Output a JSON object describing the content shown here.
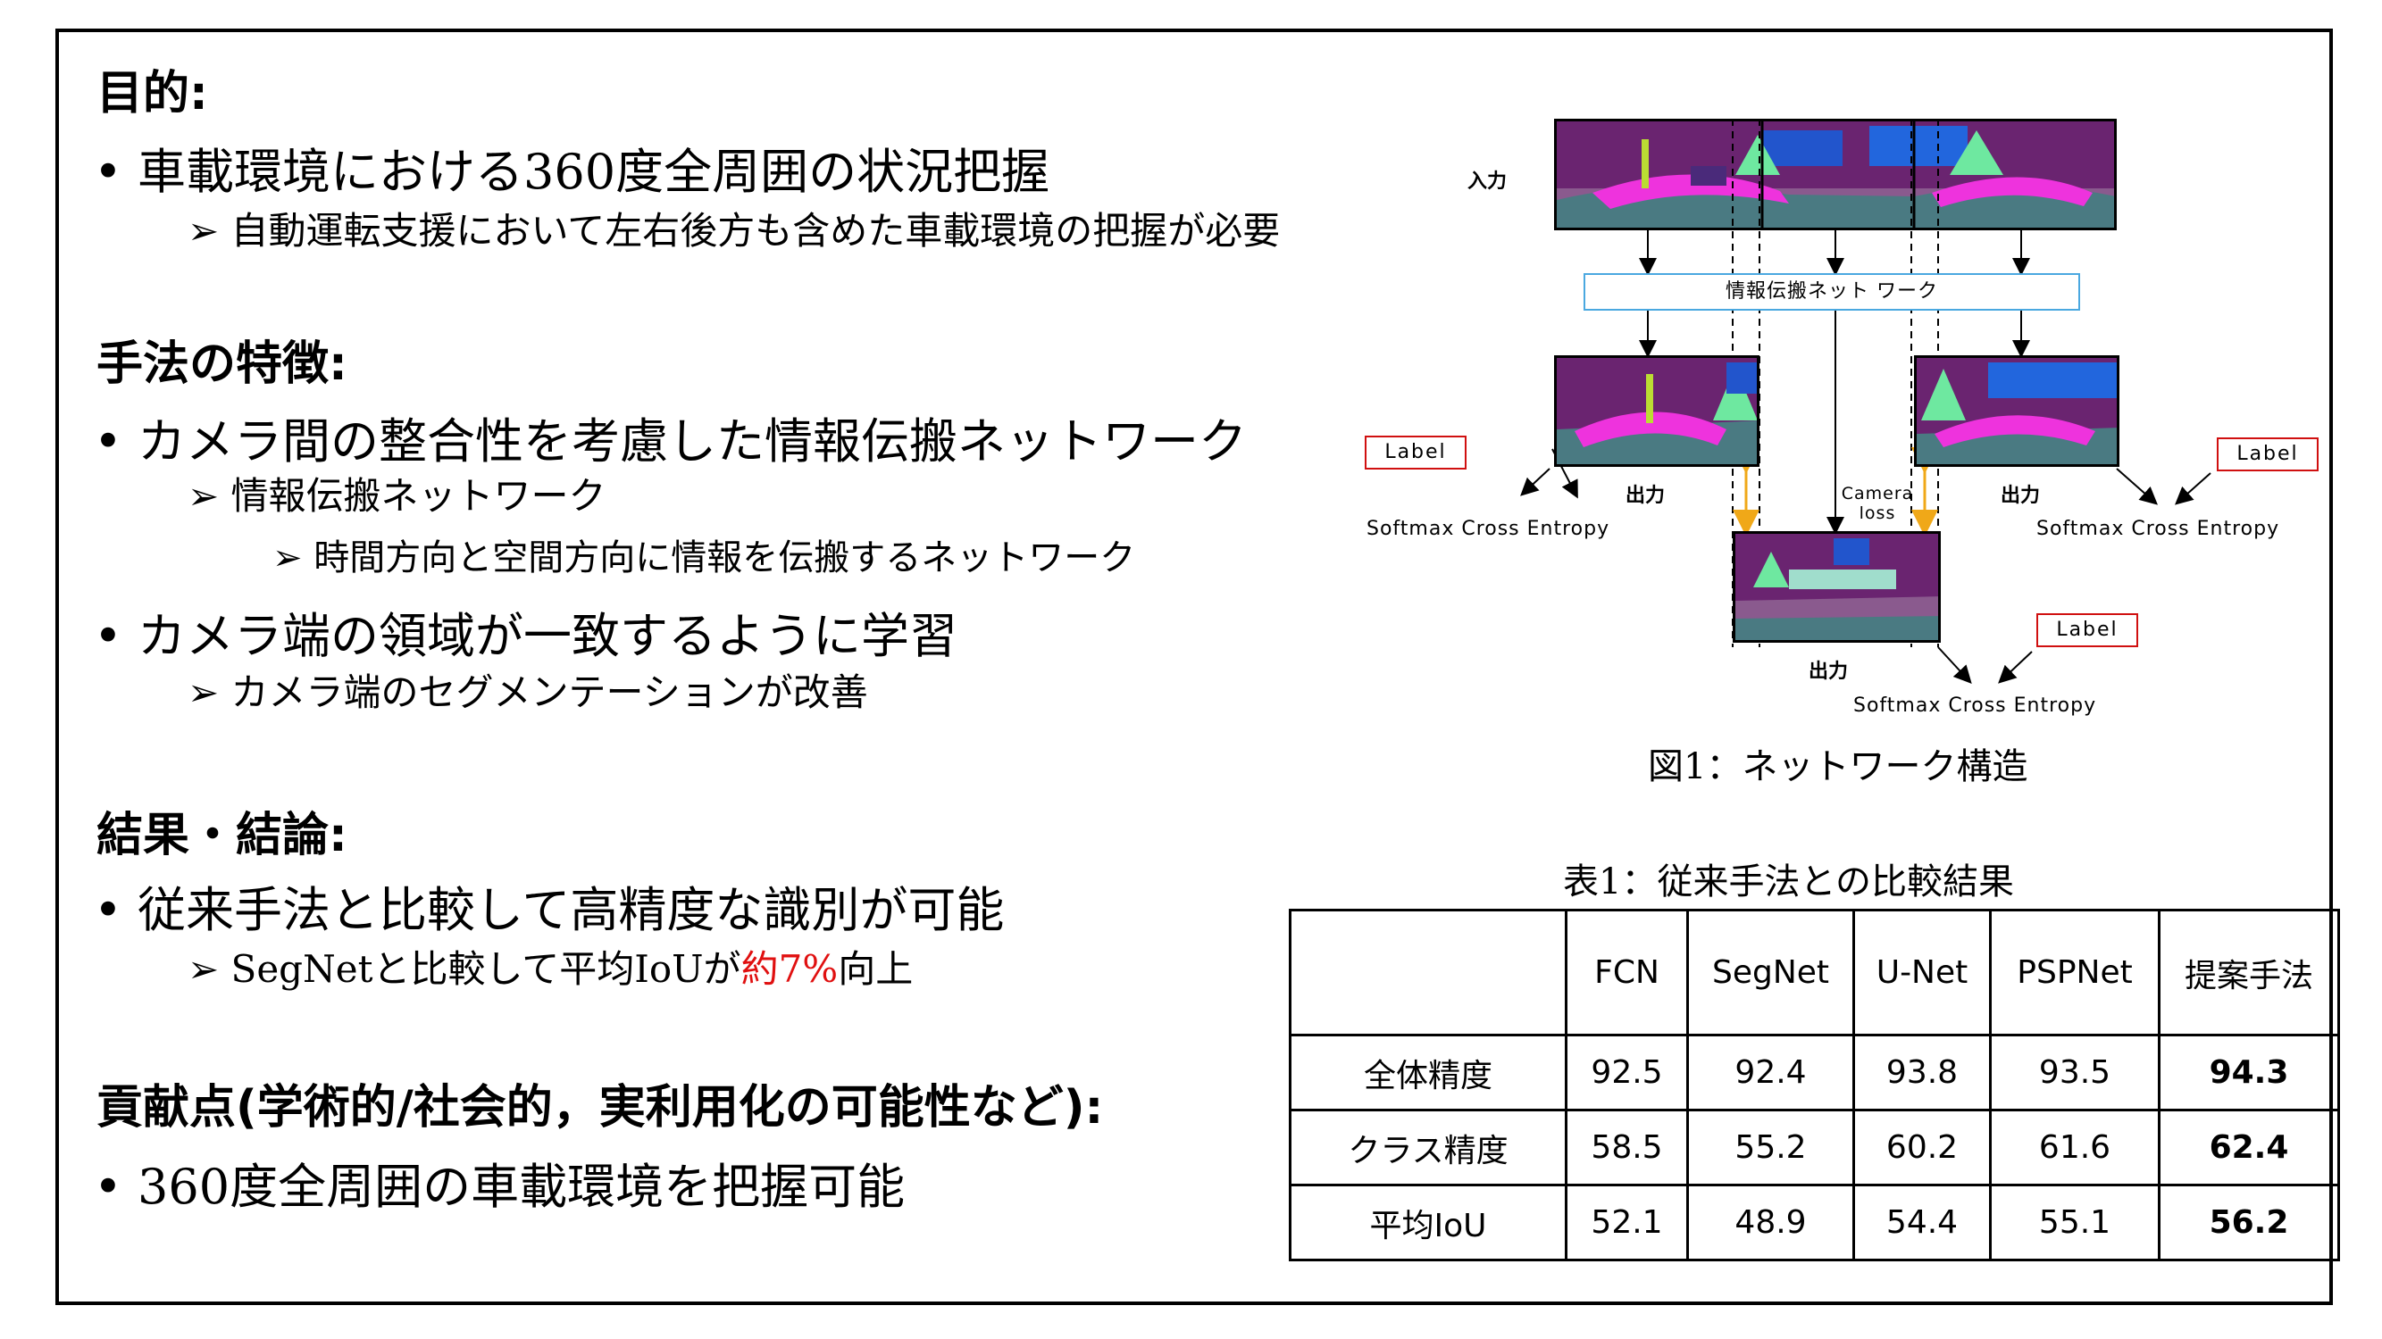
{
  "sections": {
    "purpose": {
      "heading": "目的:",
      "bullet1": "車載環境における360度全周囲の状況把握",
      "sub1": "自動運転支援において左右後方も含めた車載環境の把握が必要"
    },
    "method": {
      "heading": "手法の特徴:",
      "bullet1": "カメラ間の整合性を考慮した情報伝搬ネットワーク",
      "sub1": "情報伝搬ネットワーク",
      "subsub1": "時間方向と空間方向に情報を伝搬するネットワーク",
      "bullet2": "カメラ端の領域が一致するように学習",
      "sub2": "カメラ端のセグメンテーションが改善"
    },
    "results": {
      "heading": "結果・結論:",
      "bullet1": "従来手法と比較して高精度な識別が可能",
      "sub1_pre": "SegNetと比較して平均IoUが",
      "sub1_highlight": "約7%",
      "sub1_post": "向上"
    },
    "contribution": {
      "heading": "貢献点(学術的/社会的，実利用化の可能性など):",
      "bullet1": "360度全周囲の車載環境を把握可能"
    }
  },
  "figure": {
    "input_label": "入力",
    "network_label": "情報伝搬ネット ワーク",
    "output_label": "出力",
    "camera_loss": "Camera\nloss",
    "label_box": "Label",
    "loss_label": "Softmax Cross Entropy",
    "caption": "図1：ネットワーク構造"
  },
  "table": {
    "caption": "表1：従来手法との比較結果",
    "headers": [
      "",
      "FCN",
      "SegNet",
      "U-Net",
      "PSPNet",
      "提案手法"
    ],
    "rows": [
      {
        "name": "全体精度",
        "values": [
          "92.5",
          "92.4",
          "93.8",
          "93.5",
          "94.3"
        ]
      },
      {
        "name": "クラス精度",
        "values": [
          "58.5",
          "55.2",
          "60.2",
          "61.6",
          "62.4"
        ]
      },
      {
        "name": "平均IoU",
        "values": [
          "52.1",
          "48.9",
          "54.4",
          "55.1",
          "56.2"
        ]
      }
    ]
  },
  "colors": {
    "highlight": "#e01010",
    "label_border": "#d01010",
    "network_border": "#4aa8e0",
    "camera_loss_arrow": "#f0a818"
  }
}
